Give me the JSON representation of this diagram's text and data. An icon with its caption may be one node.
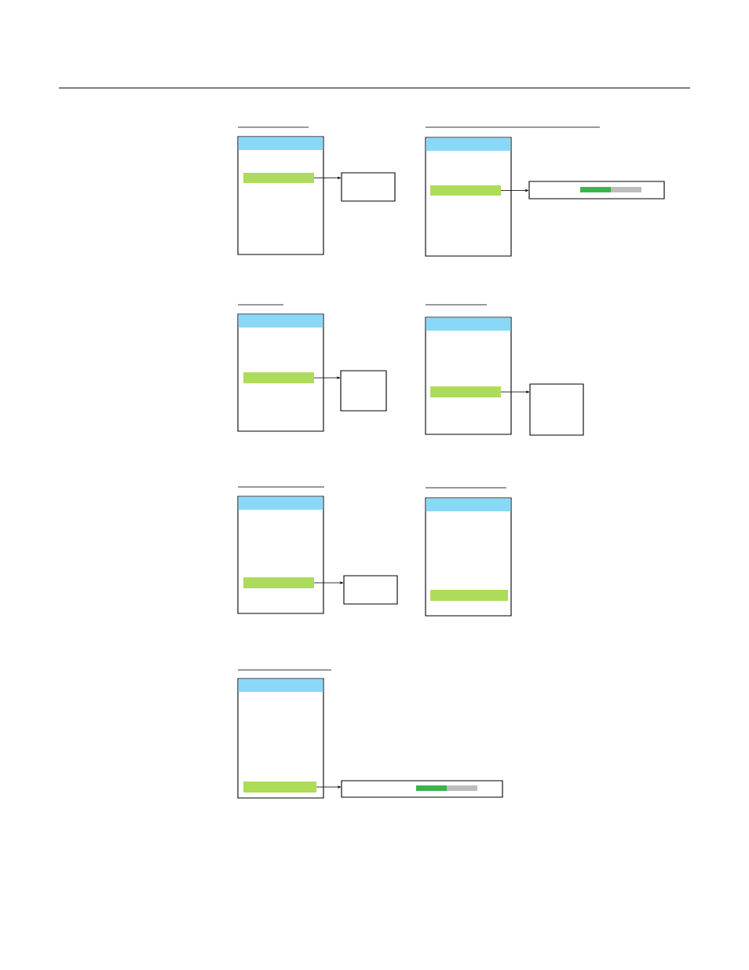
{
  "diagram": {
    "nodes": [
      {
        "text": [],
        "shape": "box"
      },
      {
        "text": [],
        "shape": "bar",
        "in": 0
      },
      {
        "text": [],
        "shape": "box"
      },
      {
        "text": [],
        "shape": "box"
      },
      {
        "text": [],
        "shape": "bar",
        "in": 3
      },
      {
        "text": [],
        "shape": "box"
      },
      {
        "text": [],
        "shape": "box"
      },
      {
        "text": [],
        "shape": "bar",
        "in": 6
      },
      {
        "text": [],
        "shape": "box"
      },
      {
        "text": [],
        "shape": "box"
      },
      {
        "text": [],
        "shape": "bar",
        "in": 9
      },
      {
        "text": [],
        "shape": "box"
      },
      {
        "text": [],
        "shape": "box"
      },
      {
        "text": [],
        "shape": "bar",
        "in": 12
      },
      {
        "text": [],
        "shape": "box"
      },
      {
        "text": [],
        "shape": "box"
      },
      {
        "text": [],
        "shape": "bar",
        "in": 15
      },
      {
        "text": [],
        "shape": "box"
      },
      {
        "text": [],
        "shape": "bar",
        "in": 17
      },
      {
        "text": [],
        "shape": "box"
      }
    ],
    "edges": [
      {
        "from": 1,
        "to": 2,
        "arrow": "to"
      },
      {
        "from": 4,
        "to": 5,
        "arrow": "to"
      },
      {
        "from": 7,
        "to": 8,
        "arrow": "to"
      },
      {
        "from": 10,
        "to": 11,
        "arrow": "to"
      },
      {
        "from": 13,
        "to": 14,
        "arrow": "to"
      },
      {
        "from": 18,
        "to": 19,
        "arrow": "to"
      }
    ]
  }
}
